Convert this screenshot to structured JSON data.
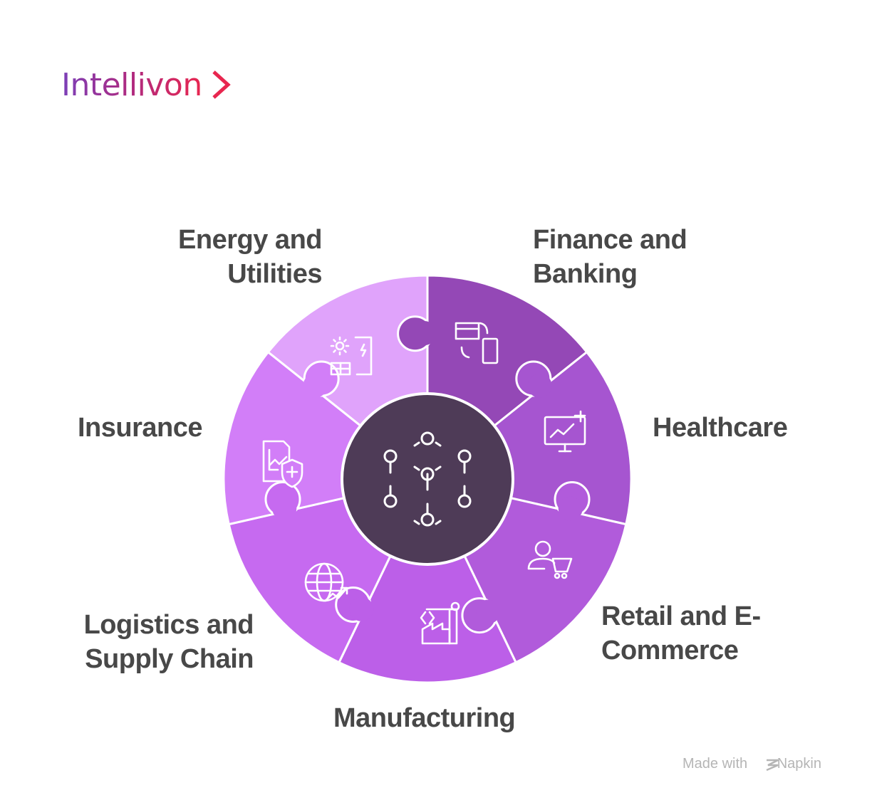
{
  "logo": {
    "text": "Intellivon"
  },
  "hub": {
    "icon": "network-nodes-icon",
    "color": "#4e3b57"
  },
  "segments": [
    {
      "label_line1": "Finance and",
      "label_line2": "Banking",
      "icon": "card-phone-transfer-icon",
      "color": "#9448b6"
    },
    {
      "label_line1": "Healthcare",
      "label_line2": "",
      "icon": "medical-monitor-icon",
      "color": "#a655d0"
    },
    {
      "label_line1": "Retail and E-",
      "label_line2": "Commerce",
      "icon": "shopper-cart-icon",
      "color": "#b15bdb"
    },
    {
      "label_line1": "Manufacturing",
      "label_line2": "",
      "icon": "factory-robot-arm-icon",
      "color": "#bc5fe8"
    },
    {
      "label_line1": "Logistics and",
      "label_line2": "Supply Chain",
      "icon": "globe-growth-icon",
      "color": "#c66af0"
    },
    {
      "label_line1": "Insurance",
      "label_line2": "",
      "icon": "document-shield-icon",
      "color": "#d27ef8"
    },
    {
      "label_line1": "Energy and",
      "label_line2": "Utilities",
      "icon": "solar-battery-icon",
      "color": "#e0a3fb"
    }
  ],
  "footer": {
    "made_with": "Made with",
    "brand": "Napkin"
  }
}
